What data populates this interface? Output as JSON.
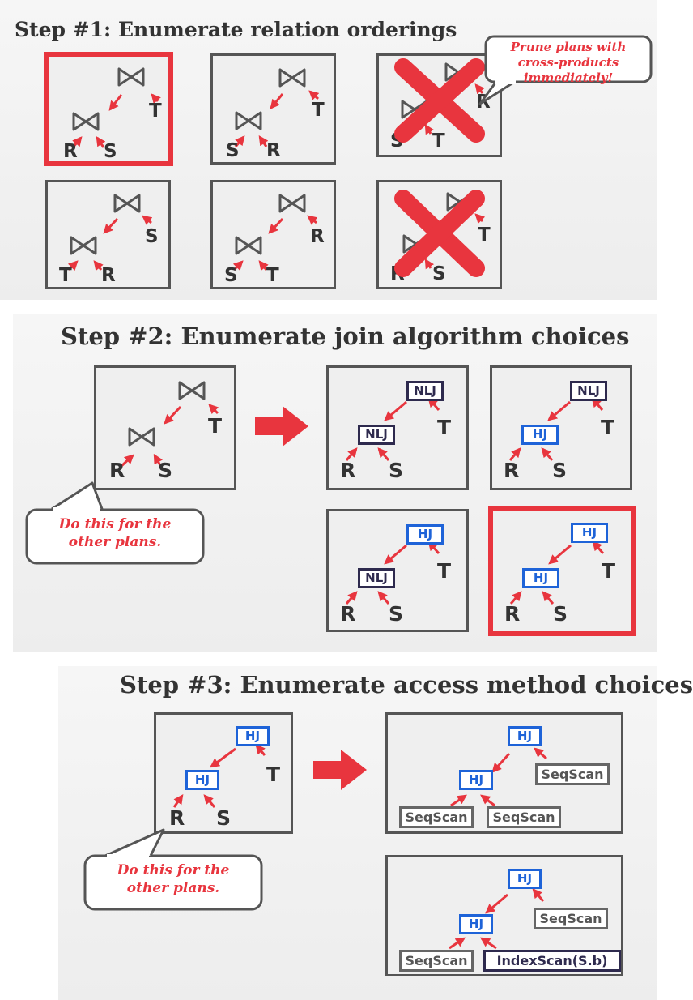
{
  "colors": {
    "accent": "#e8353e",
    "nlj": "#2e2a4e",
    "hj": "#1e63d8",
    "border": "#555555"
  },
  "step1": {
    "title": "Step #1: Enumerate relation orderings",
    "callout": "Prune plans with cross-products immediately!",
    "plans": [
      {
        "inner_left": "R",
        "inner_right": "S",
        "outer": "T",
        "selected": true,
        "pruned": false
      },
      {
        "inner_left": "S",
        "inner_right": "R",
        "outer": "T",
        "selected": false,
        "pruned": false
      },
      {
        "inner_left": "S",
        "inner_right": "T",
        "outer": "R",
        "selected": false,
        "pruned": true
      },
      {
        "inner_left": "T",
        "inner_right": "R",
        "outer": "S",
        "selected": false,
        "pruned": false
      },
      {
        "inner_left": "S",
        "inner_right": "T",
        "outer": "R",
        "selected": false,
        "pruned": false
      },
      {
        "inner_left": "R",
        "inner_right": "S",
        "outer": "T",
        "selected": false,
        "pruned": true
      }
    ]
  },
  "step2": {
    "title": "Step #2: Enumerate join algorithm choices",
    "source": {
      "left": "R",
      "right": "S",
      "outer": "T"
    },
    "callout": "Do this for the other plans.",
    "options": [
      {
        "top": "NLJ",
        "bottom": "NLJ",
        "left": "R",
        "right": "S",
        "outer": "T",
        "selected": false
      },
      {
        "top": "NLJ",
        "bottom": "HJ",
        "left": "R",
        "right": "S",
        "outer": "T",
        "selected": false
      },
      {
        "top": "HJ",
        "bottom": "NLJ",
        "left": "R",
        "right": "S",
        "outer": "T",
        "selected": false
      },
      {
        "top": "HJ",
        "bottom": "HJ",
        "left": "R",
        "right": "S",
        "outer": "T",
        "selected": true
      }
    ]
  },
  "step3": {
    "title": "Step #3: Enumerate access method choices",
    "source": {
      "top": "HJ",
      "bottom": "HJ",
      "left": "R",
      "right": "S",
      "outer": "T"
    },
    "callout": "Do this for the other plans.",
    "options": [
      {
        "top": "HJ",
        "bottom": "HJ",
        "outer_scan": "SeqScan",
        "left_scan": "SeqScan",
        "right_scan": "SeqScan"
      },
      {
        "top": "HJ",
        "bottom": "HJ",
        "outer_scan": "SeqScan",
        "left_scan": "SeqScan",
        "right_scan": "IndexScan(S.b)"
      }
    ]
  }
}
